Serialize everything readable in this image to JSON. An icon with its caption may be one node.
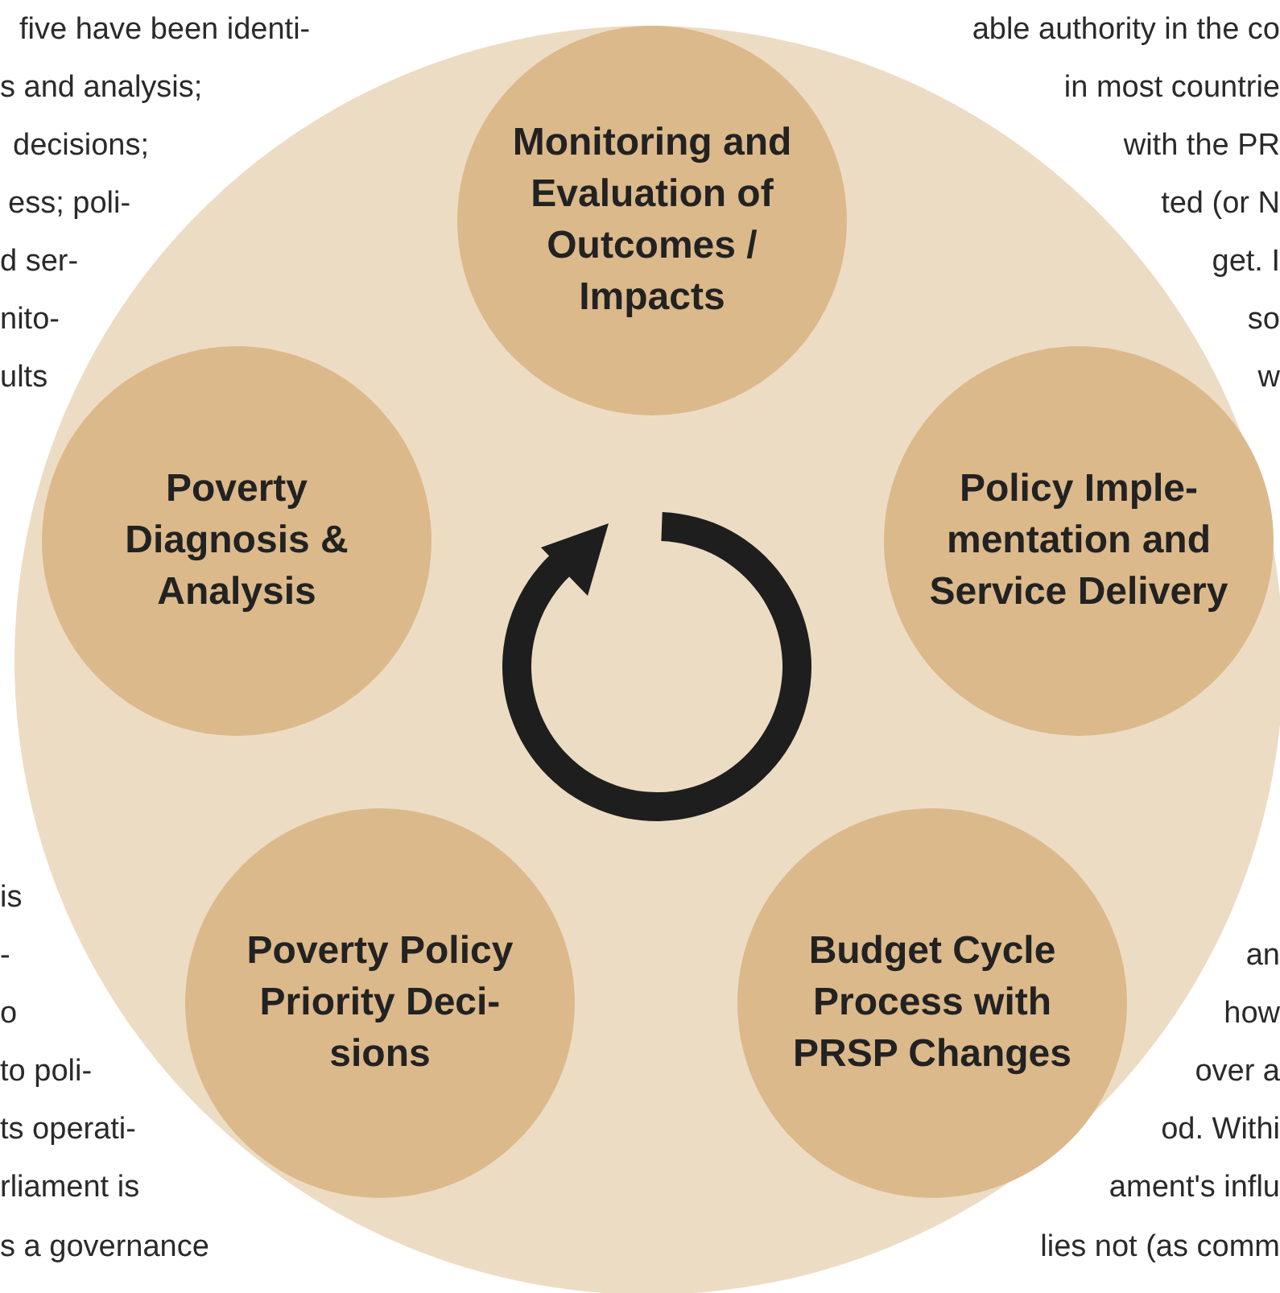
{
  "diagram": {
    "nodes": [
      {
        "text": [],
        "shape": "circle"
      },
      {
        "text": [
          "Monitoring and Evaluation of Outcomes / Impacts"
        ],
        "in": 0
      },
      {
        "text": [
          "Poverty Diagnosis & Analysis"
        ],
        "in": 0
      },
      {
        "text": [
          "Policy Imple- mentation and Service Delivery"
        ],
        "in": 0
      },
      {
        "text": [
          "Poverty Policy Priority Deci- sions"
        ],
        "in": 0
      },
      {
        "text": [
          "Budget Cycle Process with PRSP Changes"
        ],
        "in": 0
      }
    ],
    "edges": [],
    "labels": [
      "five have been identi-",
      "able authority in the co",
      "s and analysis;",
      "in most countrie",
      "decisions;",
      "with the PR",
      "ess; poli-",
      "ted (or N",
      "d ser-",
      "get. I",
      "nito-",
      "so",
      "ults",
      "w",
      "is",
      "-",
      "an",
      "o",
      "how",
      "to poli-",
      "over a",
      "ts operati-",
      "od. Withi",
      "rliament is",
      "ament's influ",
      "s a governance",
      "lies not (as comm"
    ]
  }
}
